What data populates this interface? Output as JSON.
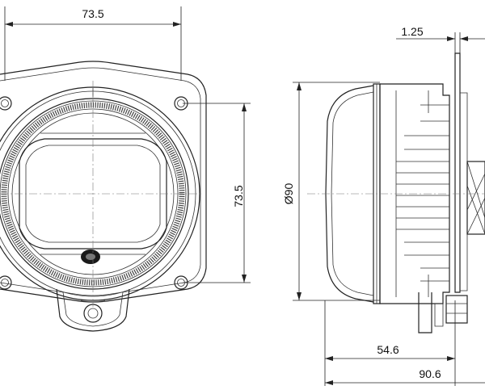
{
  "front_view": {
    "width_dimension": "73.5",
    "height_dimension": "73.5"
  },
  "side_view": {
    "diameter_dimension": "Ø90",
    "plate_thickness_dimension": "1.25",
    "depth_dimension_short": "54.6",
    "depth_dimension_total": "90.6"
  }
}
